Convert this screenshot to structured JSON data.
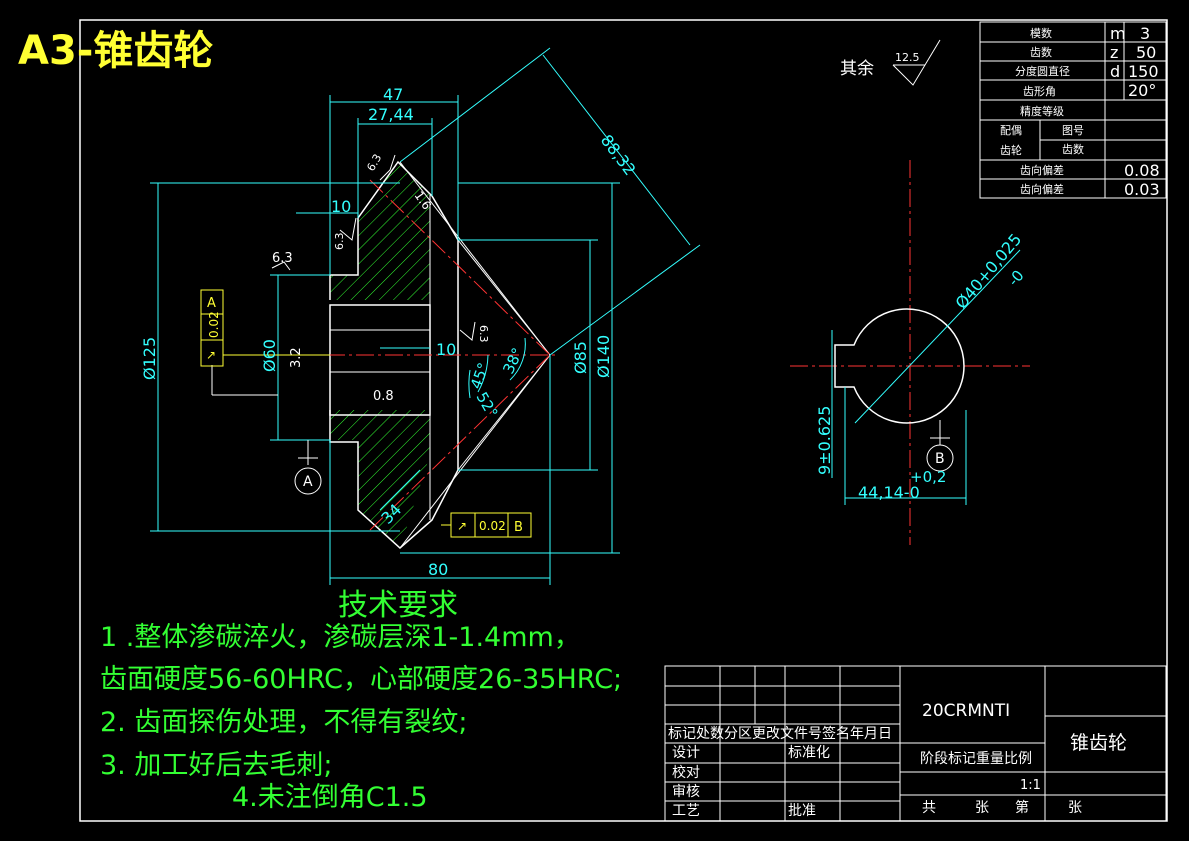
{
  "sheet_title": "A3-锥齿轮",
  "tech_req": {
    "heading": "技术要求",
    "lines": [
      "1 .整体渗碳淬火，渗碳层深1-1.4mm，",
      "齿面硬度56-60HRC，心部硬度26-35HRC;",
      "2. 齿面探伤处理，不得有裂纹;",
      "3. 加工好后去毛刺;",
      "4.未注倒角C1.5"
    ]
  },
  "surface_note": {
    "label": "其余",
    "roughness": "12.5"
  },
  "gear_params": [
    {
      "name": "模数",
      "symbol": "m",
      "value": "3"
    },
    {
      "name": "齿数",
      "symbol": "z",
      "value": "50"
    },
    {
      "name": "分度圆直径",
      "symbol": "d",
      "value": "150"
    },
    {
      "name": "齿形角",
      "symbol": "",
      "value": "20°"
    },
    {
      "name": "精度等级",
      "symbol": "",
      "value": ""
    }
  ],
  "mating": {
    "label_a": "配偶",
    "label_b": "齿轮",
    "col1": "图号",
    "col2": "齿数"
  },
  "deviations": [
    {
      "name": "齿向偏差",
      "value": "0.08"
    },
    {
      "name": "齿向偏差",
      "value": "0.03"
    }
  ],
  "dimensions": {
    "d47": "47",
    "d2744": "27,44",
    "d8832": "88,32",
    "d10a": "10",
    "d10b": "10",
    "d125": "Ø125",
    "d60": "Ø60",
    "d85": "Ø85",
    "d140": "Ø140",
    "d80": "80",
    "d34": "34",
    "a38": "38°",
    "a45": "45°",
    "a52": "52°",
    "r63a": "6.3",
    "r63b": "6.3",
    "r63c": "6.3",
    "r63d": "6.3",
    "r32": "3.2",
    "r08": "0.8",
    "r16": "1.6",
    "bore": "Ø40+0,025",
    "bore_tol": "-0",
    "key_w": "9±0.625",
    "key_d": "44,14-0",
    "key_tol": "+0,2"
  },
  "datums": {
    "a": "A",
    "b": "B"
  },
  "frames": [
    {
      "value": "0.02",
      "datum": "A"
    },
    {
      "value": "0.02",
      "datum": "B"
    }
  ],
  "title_block": {
    "material": "20CRMNTI",
    "part_name": "锥齿轮",
    "header_row": "标记处数分区更改文件号签名年月日",
    "rows": [
      "设计",
      "校对",
      "审核",
      "工艺"
    ],
    "standardize": "标准化",
    "approve": "批准",
    "stage_row": "阶段标记重量比例",
    "scale": "1:1",
    "sheet_row": [
      "共",
      "张",
      "第",
      "张"
    ]
  }
}
